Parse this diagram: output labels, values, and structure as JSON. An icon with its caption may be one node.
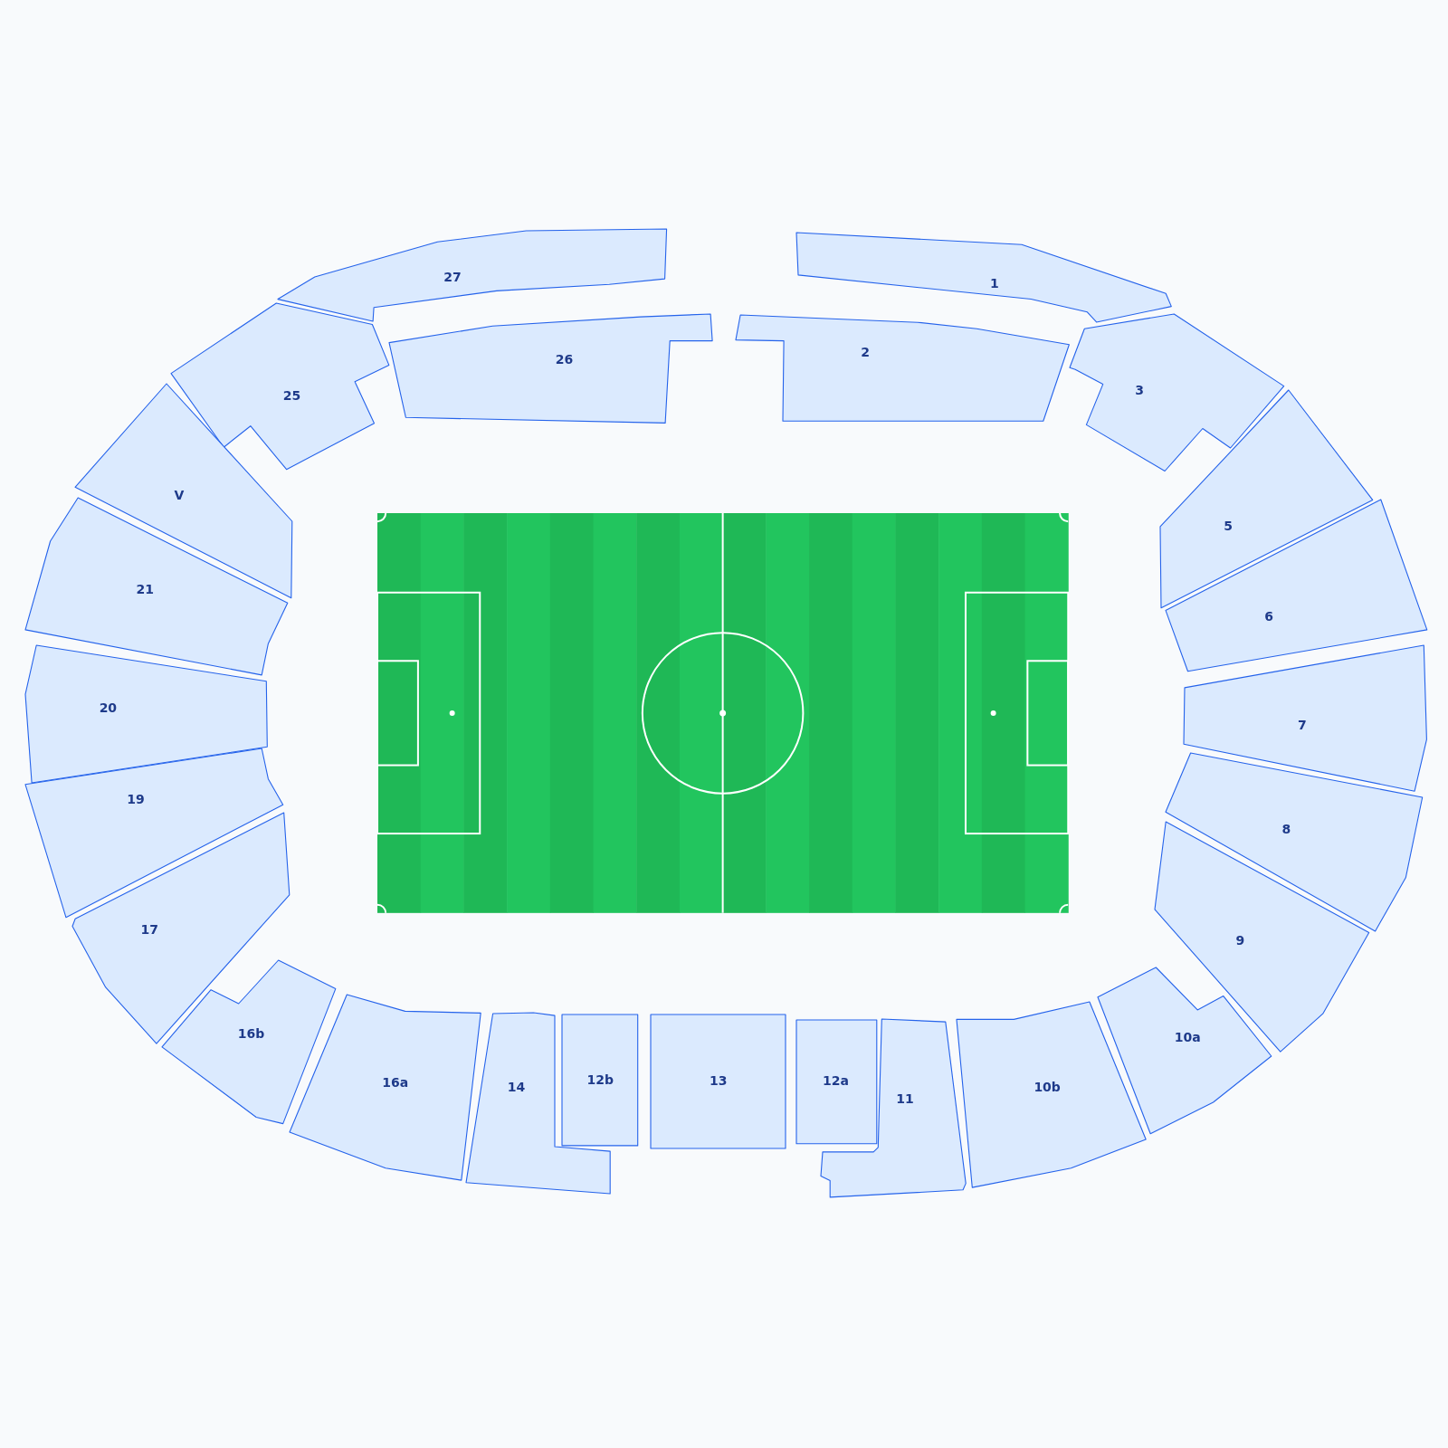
{
  "diagram": {
    "nodes": [
      {
        "text": [
          "27"
        ]
      },
      {
        "text": [
          "1"
        ]
      },
      {
        "text": [
          "26"
        ]
      },
      {
        "text": [
          "2"
        ]
      },
      {
        "text": [
          "25"
        ]
      },
      {
        "text": [
          "3"
        ]
      },
      {
        "text": [
          "V"
        ]
      },
      {
        "text": [
          "5"
        ]
      },
      {
        "text": [
          "21"
        ]
      },
      {
        "text": [
          "6"
        ]
      },
      {
        "text": [
          "20"
        ]
      },
      {
        "text": [
          "7"
        ]
      },
      {
        "text": [
          "19"
        ]
      },
      {
        "text": [
          "8"
        ]
      },
      {
        "text": [
          "17"
        ]
      },
      {
        "text": [
          "9"
        ]
      },
      {
        "text": [
          "16b"
        ]
      },
      {
        "text": [
          "10a"
        ]
      },
      {
        "text": [
          "16a"
        ]
      },
      {
        "text": [
          "14"
        ]
      },
      {
        "text": [
          "12b"
        ]
      },
      {
        "text": [
          "13"
        ]
      },
      {
        "text": [
          "12a"
        ]
      },
      {
        "text": [
          "11"
        ]
      },
      {
        "text": [
          "10b"
        ]
      }
    ]
  }
}
